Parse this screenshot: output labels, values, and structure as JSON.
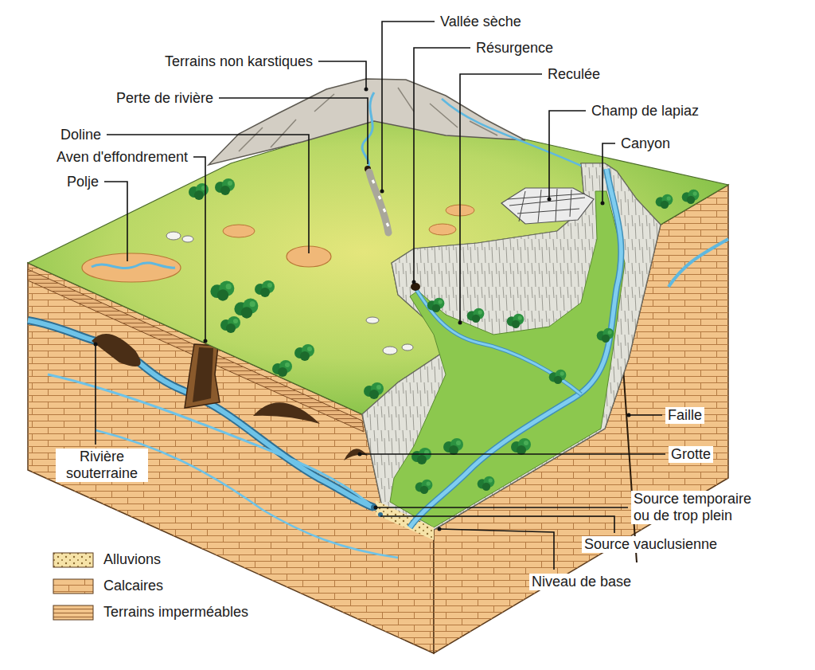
{
  "diagram": {
    "labels": [
      "Vallée sèche",
      "Résurgence",
      "Terrains non karstiques",
      "Reculée",
      "Perte de rivière",
      "Champ de lapiaz",
      "Doline",
      "Canyon",
      "Aven d'effondrement",
      "Polje",
      "Faille",
      "Grotte",
      "Rivière souterraine",
      "Source temporaire ou de trop plein",
      "Source vauclusienne",
      "Niveau de base"
    ],
    "legend": [
      {
        "text": "Alluvions",
        "color": "#f6e3a8"
      },
      {
        "text": "Calcaires",
        "color": "#f2c48a"
      },
      {
        "text": "Terrains imperméables",
        "color": "#f2c48a"
      }
    ]
  }
}
